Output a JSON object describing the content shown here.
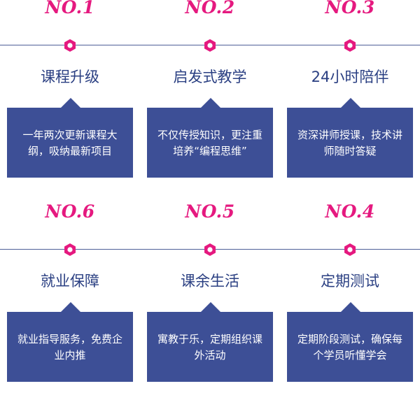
{
  "features": [
    {
      "num": "NO.1",
      "title": "课程升级",
      "desc": "一年两次更新课程大纲，吸纳最新项目"
    },
    {
      "num": "NO.2",
      "title": "启发式教学",
      "desc": "不仅传授知识，更注重培养“编程思维”"
    },
    {
      "num": "NO.3",
      "title": "24小时陪伴",
      "desc": "资深讲师授课，技术讲师随时答疑"
    },
    {
      "num": "NO.6",
      "title": "就业保障",
      "desc": "就业指导服务，免费企业内推"
    },
    {
      "num": "NO.5",
      "title": "课余生活",
      "desc": "寓教于乐，定期组织课外活动"
    },
    {
      "num": "NO.4",
      "title": "定期测试",
      "desc": "定期阶段测试，确保每个学员听懂学会"
    }
  ],
  "colors": {
    "accent": "#e5197f",
    "box": "#3d4f96",
    "title": "#2a3f82"
  }
}
